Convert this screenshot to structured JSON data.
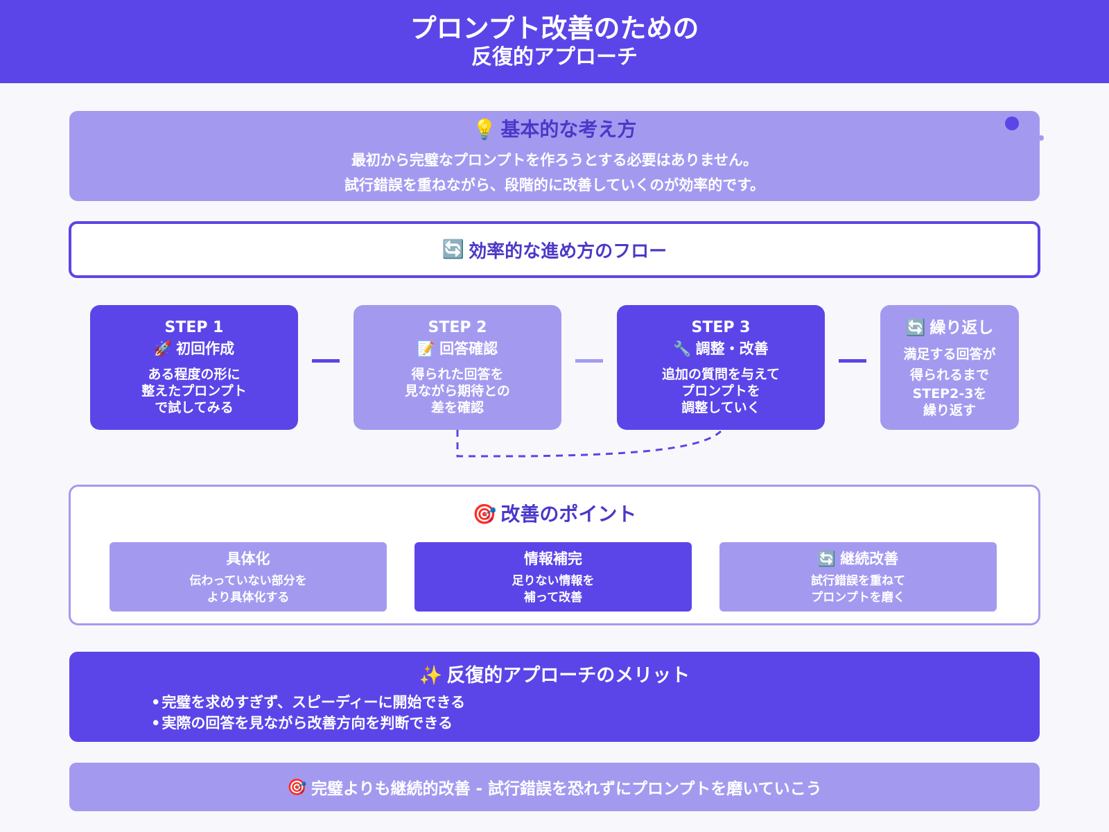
{
  "header": {
    "title_line1": "プロンプト改善のための",
    "title_line2": "反復的アプローチ"
  },
  "concept": {
    "icon": "lightbulb-icon",
    "emoji": "💡",
    "title": "基本的な考え方",
    "line1": "最初から完璧なプロンプトを作ろうとする必要はありません。",
    "line2": "試行錯誤を重ねながら、段階的に改善していくのが効率的です。"
  },
  "flow": {
    "emoji": "🔄",
    "title": "効率的な進め方のフロー"
  },
  "steps": [
    {
      "label": "STEP 1",
      "emoji": "🚀",
      "title": "初回作成",
      "desc": [
        "ある程度の形に",
        "整えたプロンプト",
        "で試してみる"
      ]
    },
    {
      "label": "STEP 2",
      "emoji": "📝",
      "title": "回答確認",
      "desc": [
        "得られた回答を",
        "見ながら期待との",
        "差を確認"
      ]
    },
    {
      "label": "STEP 3",
      "emoji": "🔧",
      "title": "調整・改善",
      "desc": [
        "追加の質問を与えて",
        "プロンプトを",
        "調整していく"
      ]
    }
  ],
  "repeat": {
    "emoji": "🔄",
    "title": "繰り返し",
    "desc": [
      "満足する回答が",
      "得られるまで",
      "STEP2-3を",
      "繰り返す"
    ]
  },
  "points": {
    "emoji": "🎯",
    "title": "改善のポイント",
    "items": [
      {
        "title": "具体化",
        "emoji": "",
        "desc": [
          "伝わっていない部分を",
          "より具体化する"
        ]
      },
      {
        "title": "情報補完",
        "emoji": "",
        "desc": [
          "足りない情報を",
          "補って改善"
        ]
      },
      {
        "title": "継続改善",
        "emoji": "🔄",
        "desc": [
          "試行錯誤を重ねて",
          "プロンプトを磨く"
        ]
      }
    ]
  },
  "merit": {
    "emoji": "✨",
    "title": "反復的アプローチのメリット",
    "items": [
      "完璧を求めすぎず、スピーディーに開始できる",
      "実際の回答を見ながら改善方向を判断できる"
    ]
  },
  "footer": {
    "emoji": "🎯",
    "text": "完璧よりも継続的改善 - 試行錯誤を恐れずにプロンプトを磨いていこう"
  },
  "colors": {
    "primary": "#5b45e8",
    "light": "#a39af0",
    "title_text": "#4a38c8",
    "background": "#f8f8fc"
  }
}
